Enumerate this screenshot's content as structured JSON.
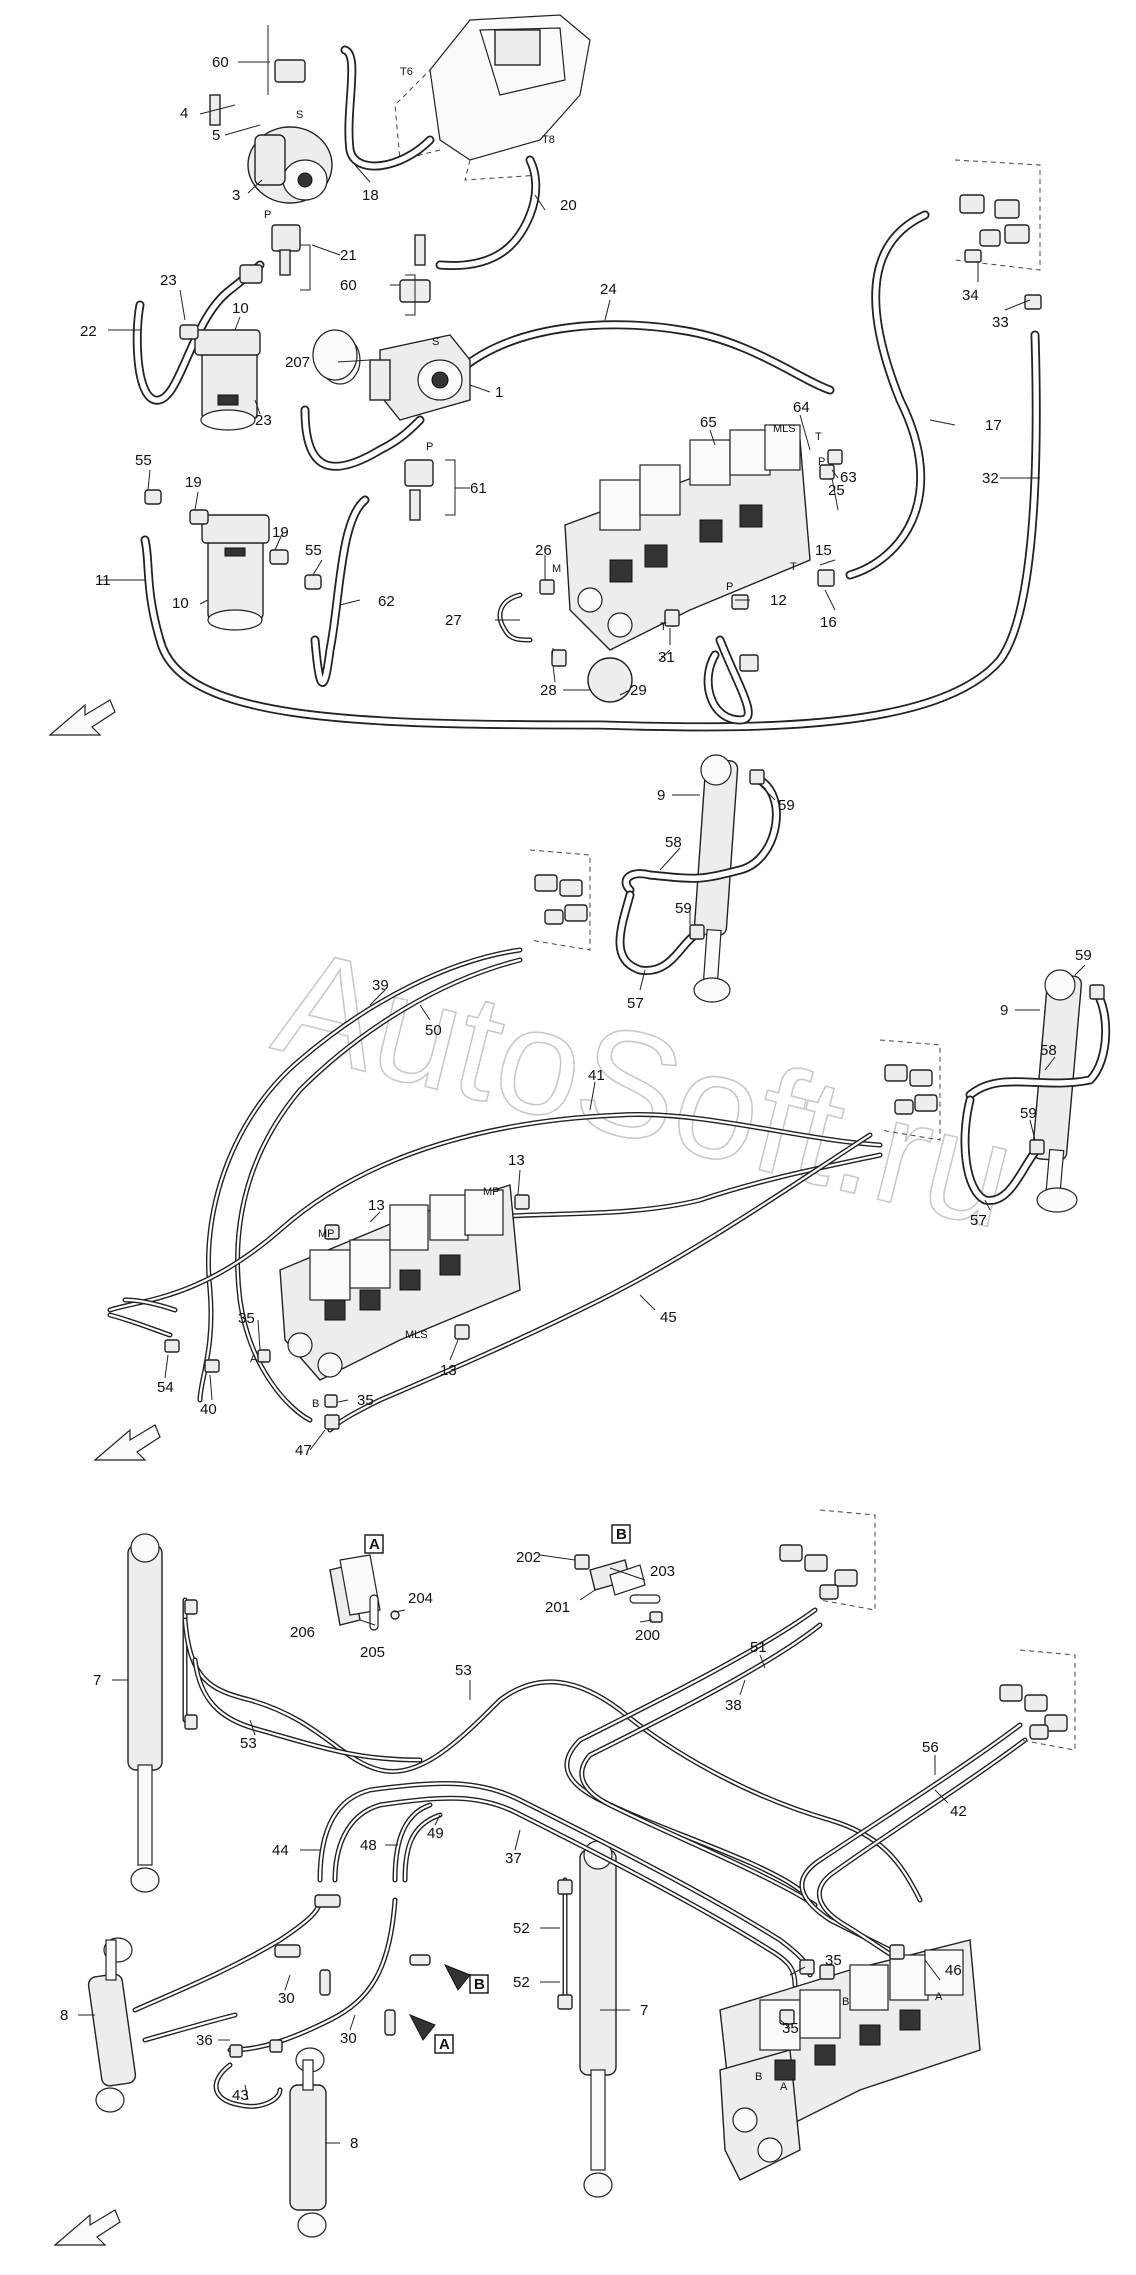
{
  "watermark": "AutoSoft.ru",
  "view_letters": {
    "a": "A",
    "b": "B"
  },
  "ports": {
    "s": "S",
    "p": "P",
    "t": "T",
    "m": "M",
    "mls": "MLS",
    "mp": "MP",
    "a": "A",
    "b": "B",
    "t6": "T6",
    "t8": "T8"
  },
  "callouts": {
    "n1": "1",
    "n3": "3",
    "n4": "4",
    "n5": "5",
    "n7": "7",
    "n8": "8",
    "n9": "9",
    "n10": "10",
    "n11": "11",
    "n12": "12",
    "n13": "13",
    "n15": "15",
    "n16": "16",
    "n17": "17",
    "n18": "18",
    "n19": "19",
    "n20": "20",
    "n21": "21",
    "n22": "22",
    "n23": "23",
    "n24": "24",
    "n25": "25",
    "n26": "26",
    "n27": "27",
    "n28": "28",
    "n29": "29",
    "n30": "30",
    "n31": "31",
    "n32": "32",
    "n33": "33",
    "n34": "34",
    "n35": "35",
    "n36": "36",
    "n37": "37",
    "n38": "38",
    "n39": "39",
    "n40": "40",
    "n41": "41",
    "n42": "42",
    "n43": "43",
    "n44": "44",
    "n45": "45",
    "n46": "46",
    "n47": "47",
    "n48": "48",
    "n49": "49",
    "n50": "50",
    "n51": "51",
    "n52": "52",
    "n53": "53",
    "n54": "54",
    "n55": "55",
    "n56": "56",
    "n57": "57",
    "n58": "58",
    "n59": "59",
    "n60": "60",
    "n61": "61",
    "n62": "62",
    "n63": "63",
    "n64": "64",
    "n65": "65",
    "n200": "200",
    "n201": "201",
    "n202": "202",
    "n203": "203",
    "n204": "204",
    "n205": "205",
    "n206": "206",
    "n207": "207"
  }
}
